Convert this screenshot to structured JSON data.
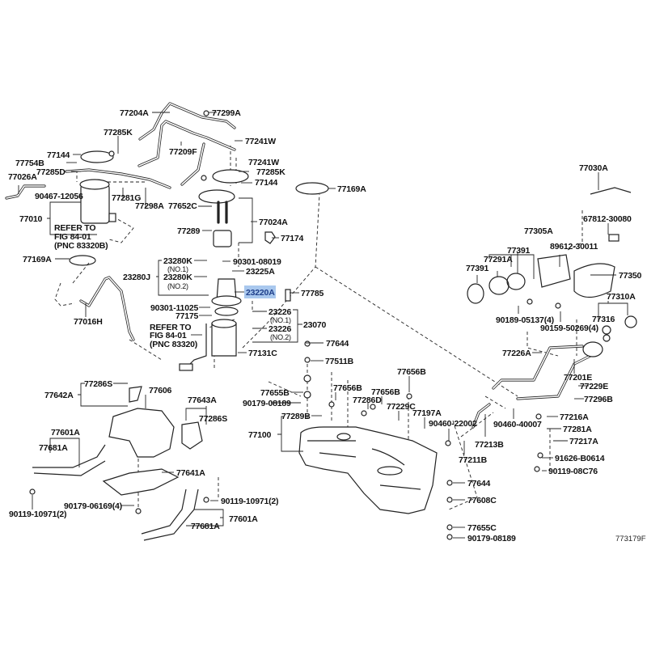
{
  "diagram": {
    "figure_id": "773179F",
    "highlight_color": "#a9c8ee",
    "highlight_text_color": "#1f3f8a",
    "highlighted_part": "23220A"
  },
  "labels": {
    "l77204A": "77204A",
    "l77299A": "77299A",
    "l77285K_a": "77285K",
    "l77241W_a": "77241W",
    "l77209F": "77209F",
    "l77144_a": "77144",
    "l77754B": "77754B",
    "l77285D": "77285D",
    "l77241W_b": "77241W",
    "l77285K_b": "77285K",
    "l77026A": "77026A",
    "l77144_b": "77144",
    "l90467": "90467-12056",
    "l77281G": "77281G",
    "l77298A": "77298A",
    "l77652C": "77652C",
    "l77169A_a": "77169A",
    "l77010": "77010",
    "l77024A": "77024A",
    "ref1_line1": "REFER TO",
    "ref1_line2": "FIG 84-01",
    "ref1_line3": "(PNC 83320B)",
    "l77289": "77289",
    "l77174": "77174",
    "l77169A_b": "77169A",
    "l23280K_a": "23280K",
    "no1_a": "(NO.1)",
    "l90301_08019": "90301-08019",
    "l23280J": "23280J",
    "l23280K_b": "23280K",
    "no2_a": "(NO.2)",
    "l23225A": "23225A",
    "l23220A": "23220A",
    "l77785": "77785",
    "l77016H": "77016H",
    "l90301_11025": "90301-11025",
    "l77175": "77175",
    "l23226_a": "23226",
    "no1_b": "(NO.1)",
    "l23226_b": "23226",
    "no2_b": "(NO.2)",
    "l23070": "23070",
    "ref2_line1": "REFER TO",
    "ref2_line2": "FIG 84-01",
    "ref2_line3": "(PNC 83320)",
    "l77644_a": "77644",
    "l77131C": "77131C",
    "l77511B": "77511B",
    "l77030A": "77030A",
    "l67812": "67812-30080",
    "l77305A": "77305A",
    "l77391_a": "77391",
    "l77291A": "77291A",
    "l89612": "89612-30011",
    "l77391_b": "77391",
    "l77350": "77350",
    "l77310A": "77310A",
    "l77316": "77316",
    "l90189_05137": "90189-05137(4)",
    "l90159_50269": "90159-50269(4)",
    "l77226A": "77226A",
    "l77201E": "77201E",
    "l77229E": "77229E",
    "l77296B": "77296B",
    "l77286S_a": "77286S",
    "l77642A": "77642A",
    "l77606": "77606",
    "l77643A": "77643A",
    "l77286S_b": "77286S",
    "l77655B": "77655B",
    "l90179_08189_a": "90179-08189",
    "l77656B_a": "77656B",
    "l77656B_b": "77656B",
    "l77656B_c": "77656B",
    "l77286D": "77286D",
    "l77229C": "77229C",
    "l77197A": "77197A",
    "l90460_22002": "90460-22002",
    "l90460_40007": "90460-40007",
    "l77213B": "77213B",
    "l77289B": "77289B",
    "l77100": "77100",
    "l77211B": "77211B",
    "l77216A": "77216A",
    "l77281A": "77281A",
    "l77217A": "77217A",
    "l91626": "91626-B0614",
    "l90119_08C76": "90119-08C76",
    "l77601A_a": "77601A",
    "l77681A_a": "77681A",
    "l77641A": "77641A",
    "l90119_10971_a": "90119-10971(2)",
    "l90179_06169": "90179-06169(4)",
    "l90119_10971_b": "90119-10971(2)",
    "l77601A_b": "77601A",
    "l77681A_b": "77681A",
    "l77644_b": "77644",
    "l77608C": "77608C",
    "l77655C": "77655C",
    "l90179_08189_b": "90179-08189"
  }
}
